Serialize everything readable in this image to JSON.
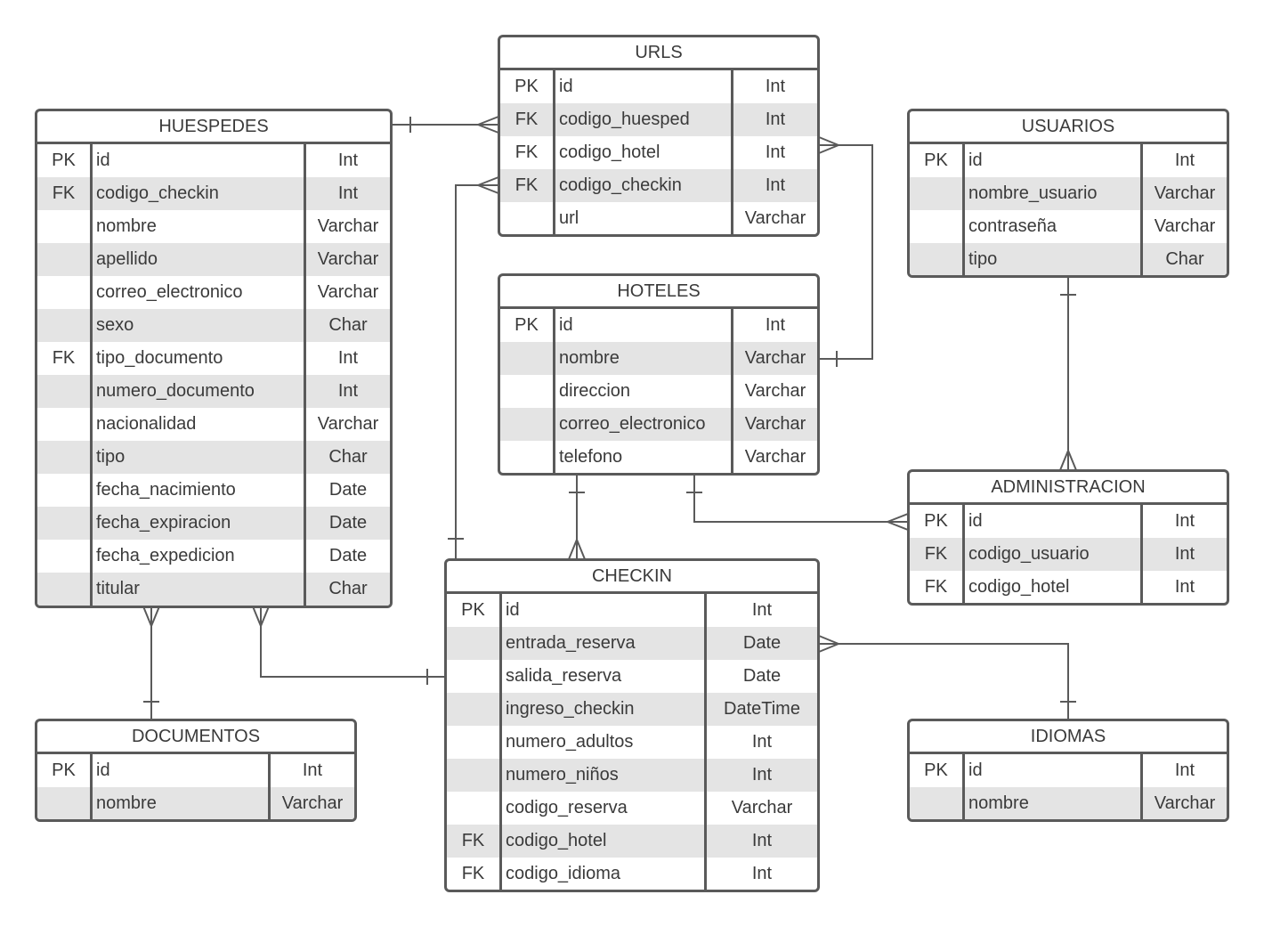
{
  "entities": [
    {
      "title": "URLS",
      "rows": [
        {
          "key": "PK",
          "name": "id",
          "type": "Int"
        },
        {
          "key": "FK",
          "name": "codigo_huesped",
          "type": "Int"
        },
        {
          "key": "FK",
          "name": "codigo_hotel",
          "type": "Int"
        },
        {
          "key": "FK",
          "name": "codigo_checkin",
          "type": "Int"
        },
        {
          "key": "",
          "name": "url",
          "type": "Varchar"
        }
      ]
    },
    {
      "title": "HUESPEDES",
      "rows": [
        {
          "key": "PK",
          "name": "id",
          "type": "Int"
        },
        {
          "key": "FK",
          "name": "codigo_checkin",
          "type": "Int"
        },
        {
          "key": "",
          "name": "nombre",
          "type": "Varchar"
        },
        {
          "key": "",
          "name": "apellido",
          "type": "Varchar"
        },
        {
          "key": "",
          "name": "correo_electronico",
          "type": "Varchar"
        },
        {
          "key": "",
          "name": "sexo",
          "type": "Char"
        },
        {
          "key": "FK",
          "name": "tipo_documento",
          "type": "Int"
        },
        {
          "key": "",
          "name": "numero_documento",
          "type": "Int"
        },
        {
          "key": "",
          "name": "nacionalidad",
          "type": "Varchar"
        },
        {
          "key": "",
          "name": "tipo",
          "type": "Char"
        },
        {
          "key": "",
          "name": "fecha_nacimiento",
          "type": "Date"
        },
        {
          "key": "",
          "name": "fecha_expiracion",
          "type": "Date"
        },
        {
          "key": "",
          "name": "fecha_expedicion",
          "type": "Date"
        },
        {
          "key": "",
          "name": "titular",
          "type": "Char"
        }
      ]
    },
    {
      "title": "USUARIOS",
      "rows": [
        {
          "key": "PK",
          "name": "id",
          "type": "Int"
        },
        {
          "key": "",
          "name": "nombre_usuario",
          "type": "Varchar"
        },
        {
          "key": "",
          "name": "contraseña",
          "type": "Varchar"
        },
        {
          "key": "",
          "name": "tipo",
          "type": "Char"
        }
      ]
    },
    {
      "title": "HOTELES",
      "rows": [
        {
          "key": "PK",
          "name": "id",
          "type": "Int"
        },
        {
          "key": "",
          "name": "nombre",
          "type": "Varchar"
        },
        {
          "key": "",
          "name": "direccion",
          "type": "Varchar"
        },
        {
          "key": "",
          "name": "correo_electronico",
          "type": "Varchar"
        },
        {
          "key": "",
          "name": "telefono",
          "type": "Varchar"
        }
      ]
    },
    {
      "title": "ADMINISTRACION",
      "rows": [
        {
          "key": "PK",
          "name": "id",
          "type": "Int"
        },
        {
          "key": "FK",
          "name": "codigo_usuario",
          "type": "Int"
        },
        {
          "key": "FK",
          "name": "codigo_hotel",
          "type": "Int"
        }
      ]
    },
    {
      "title": "CHECKIN",
      "rows": [
        {
          "key": "PK",
          "name": "id",
          "type": "Int"
        },
        {
          "key": "",
          "name": "entrada_reserva",
          "type": "Date"
        },
        {
          "key": "",
          "name": "salida_reserva",
          "type": "Date"
        },
        {
          "key": "",
          "name": "ingreso_checkin",
          "type": "DateTime"
        },
        {
          "key": "",
          "name": "numero_adultos",
          "type": "Int"
        },
        {
          "key": "",
          "name": "numero_niños",
          "type": "Int"
        },
        {
          "key": "",
          "name": "codigo_reserva",
          "type": "Varchar"
        },
        {
          "key": "FK",
          "name": "codigo_hotel",
          "type": "Int"
        },
        {
          "key": "FK",
          "name": "codigo_idioma",
          "type": "Int"
        }
      ]
    },
    {
      "title": "DOCUMENTOS",
      "rows": [
        {
          "key": "PK",
          "name": "id",
          "type": "Int"
        },
        {
          "key": "",
          "name": "nombre",
          "type": "Varchar"
        }
      ]
    },
    {
      "title": "IDIOMAS",
      "rows": [
        {
          "key": "PK",
          "name": "id",
          "type": "Int"
        },
        {
          "key": "",
          "name": "nombre",
          "type": "Varchar"
        }
      ]
    }
  ],
  "relationships": [
    {
      "from": "HUESPEDES",
      "from_card": "one",
      "to": "URLS",
      "to_card": "many"
    },
    {
      "from": "HOTELES",
      "from_card": "one",
      "to": "URLS",
      "to_card": "many"
    },
    {
      "from": "CHECKIN",
      "from_card": "one",
      "to": "URLS",
      "to_card": "many"
    },
    {
      "from": "HOTELES",
      "from_card": "one",
      "to": "CHECKIN",
      "to_card": "many"
    },
    {
      "from": "HOTELES",
      "from_card": "one",
      "to": "ADMINISTRACION",
      "to_card": "many"
    },
    {
      "from": "USUARIOS",
      "from_card": "one",
      "to": "ADMINISTRACION",
      "to_card": "many"
    },
    {
      "from": "DOCUMENTOS",
      "from_card": "one",
      "to": "HUESPEDES",
      "to_card": "many"
    },
    {
      "from": "CHECKIN",
      "from_card": "one",
      "to": "HUESPEDES",
      "to_card": "many"
    },
    {
      "from": "IDIOMAS",
      "from_card": "one",
      "to": "CHECKIN",
      "to_card": "many"
    }
  ],
  "colors": {
    "border": "#5a5a5a",
    "stripe": "#e4e4e4",
    "text": "#3a3a3a",
    "background": "#ffffff"
  }
}
